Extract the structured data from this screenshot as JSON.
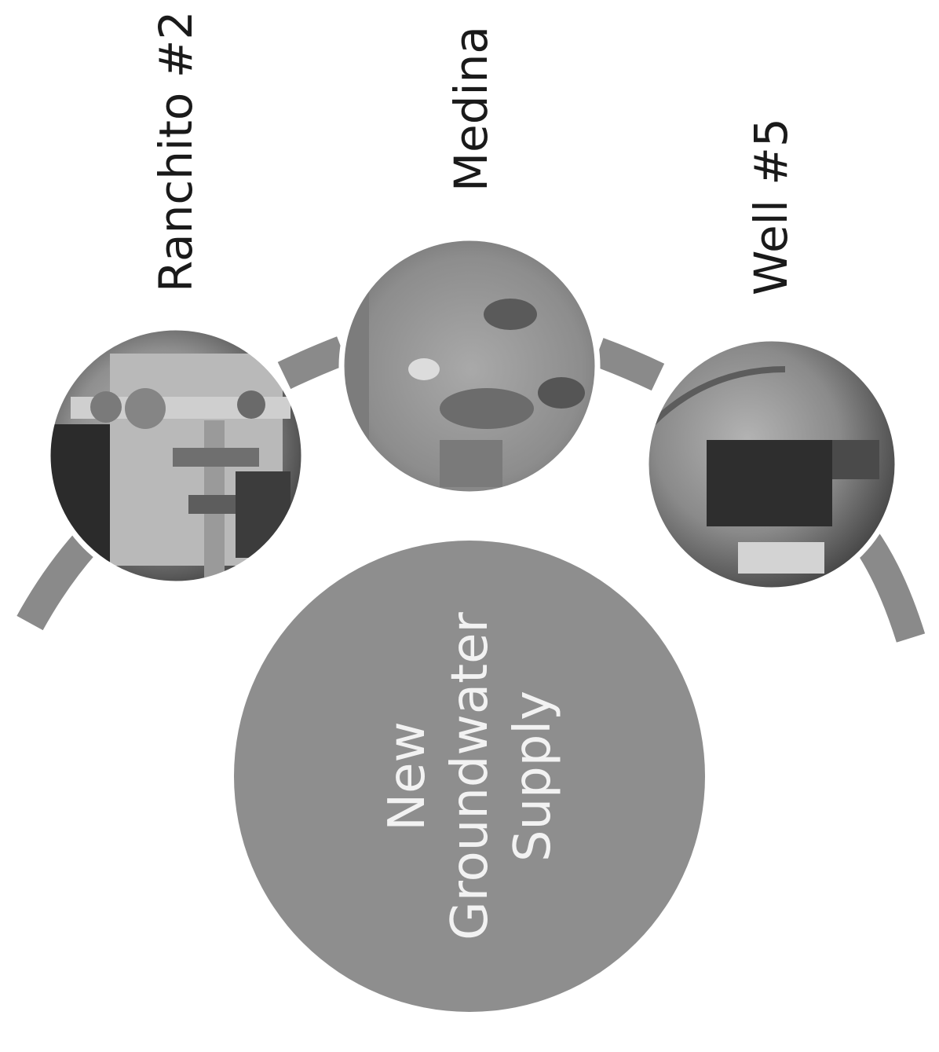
{
  "center": {
    "lines": [
      "New",
      "Groundwater",
      "Supply"
    ]
  },
  "sources": [
    {
      "label": "Ranchito #2",
      "photo": "well-pipes-photo"
    },
    {
      "label": "Medina",
      "photo": "ground-excavation-photo"
    },
    {
      "label": "Well #5",
      "photo": "trench-excavation-photo"
    }
  ],
  "colors": {
    "center_fill": "#8e8e8e",
    "arc": "#8a8a8a",
    "label_text": "#1a1a1a",
    "center_text": "#f2f2f2"
  }
}
